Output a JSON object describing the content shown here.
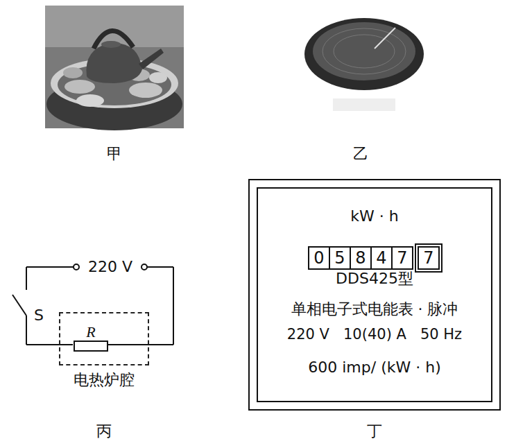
{
  "diagram": {
    "nodes": [
      {
        "text": [
          "电热炉腔"
        ]
      },
      {
        "text": [
          "R"
        ],
        "in": 0
      },
      {
        "text": [
          "kW · h",
          "DDS425型",
          "单相电子式电能表 · 脉冲",
          "220 V   10(40) A   50 Hz",
          "600 imp/ (kW · h)"
        ]
      },
      {
        "text": [
          "0"
        ],
        "in": 2
      },
      {
        "text": [
          "5"
        ],
        "in": 2
      },
      {
        "text": [
          "8"
        ],
        "in": 2
      },
      {
        "text": [
          "4"
        ],
        "in": 2
      },
      {
        "text": [
          "7"
        ],
        "in": 2
      },
      {
        "text": [
          "7"
        ],
        "in": 2
      }
    ],
    "labels": [
      "甲",
      "乙",
      "220 V",
      "S",
      "丙",
      "丁"
    ]
  }
}
